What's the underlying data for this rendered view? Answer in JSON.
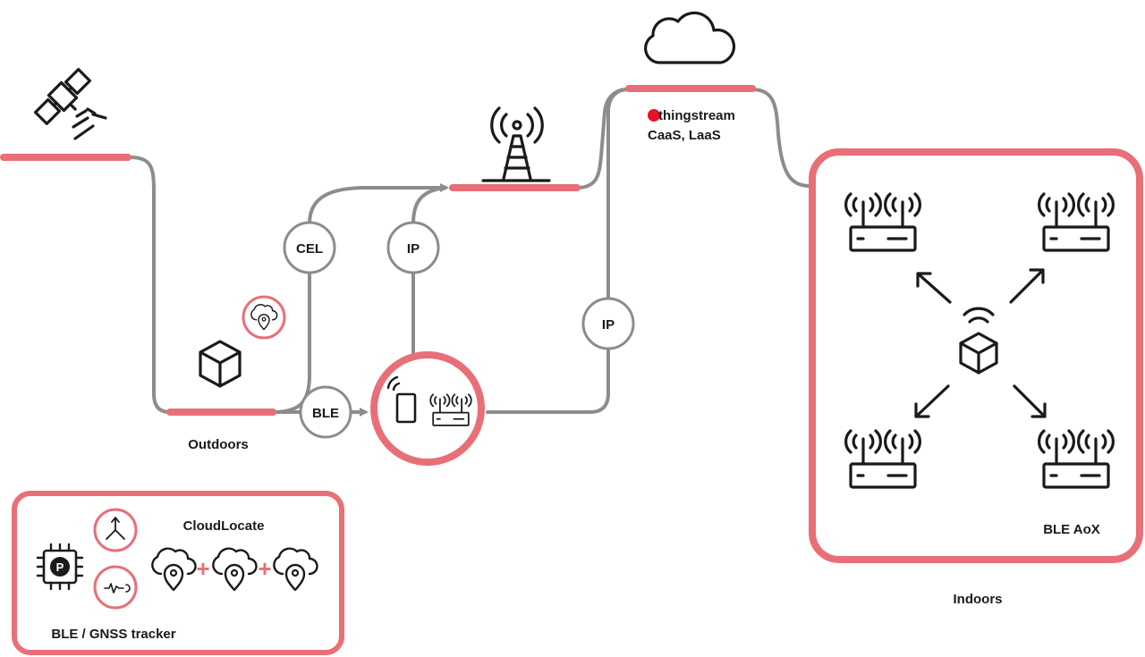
{
  "labels": {
    "outdoors": "Outdoors",
    "indoors": "Indoors",
    "ble_aox": "BLE AoX",
    "cloudlocate": "CloudLocate",
    "tracker": "BLE / GNSS tracker",
    "brand": "thingstream",
    "brand_sub": "CaaS, LaaS",
    "plus": "+"
  },
  "nodes": {
    "cel": "CEL",
    "ip_left": "IP",
    "ip_right": "IP",
    "ble": "BLE",
    "chip": "P"
  },
  "colors": {
    "accent": "#e86f77",
    "line": "#8c8c8c",
    "ink": "#1a1a1a"
  },
  "icons": [
    "satellite-icon",
    "cell-tower-icon",
    "cloud-icon",
    "cube-icon",
    "cloud-location-icon",
    "phone-icon",
    "router-icon",
    "chip-icon",
    "motion-icon",
    "signal-icon"
  ]
}
